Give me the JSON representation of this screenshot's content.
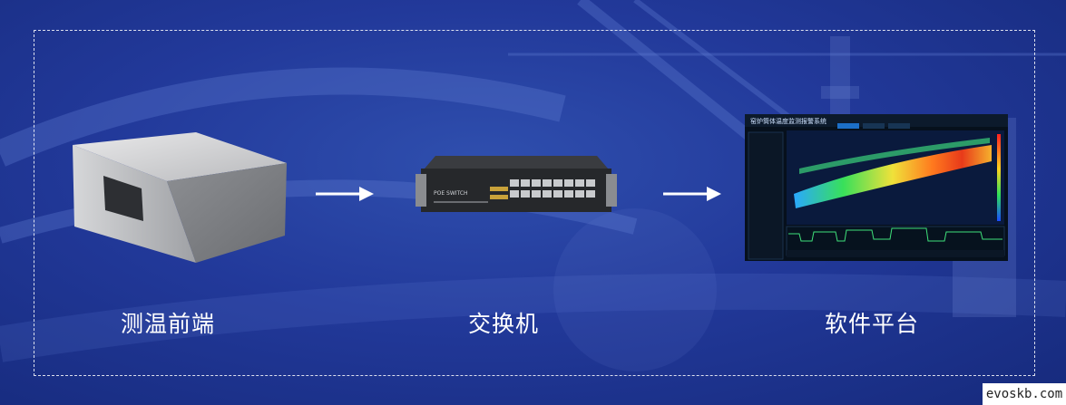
{
  "stages": [
    {
      "label": "测温前端",
      "icon": "temperature-sensor-box-icon"
    },
    {
      "label": "交换机",
      "icon": "network-switch-icon"
    },
    {
      "label": "软件平台",
      "icon": "software-platform-screen-icon"
    }
  ],
  "switch_panel_text": "POE SWITCH",
  "platform_screen_title": "窑炉筒体温度监测报警系统",
  "watermark": "evoskb.com",
  "colors": {
    "background": "#22399a",
    "frame": "#ffffff",
    "text": "#ffffff"
  }
}
